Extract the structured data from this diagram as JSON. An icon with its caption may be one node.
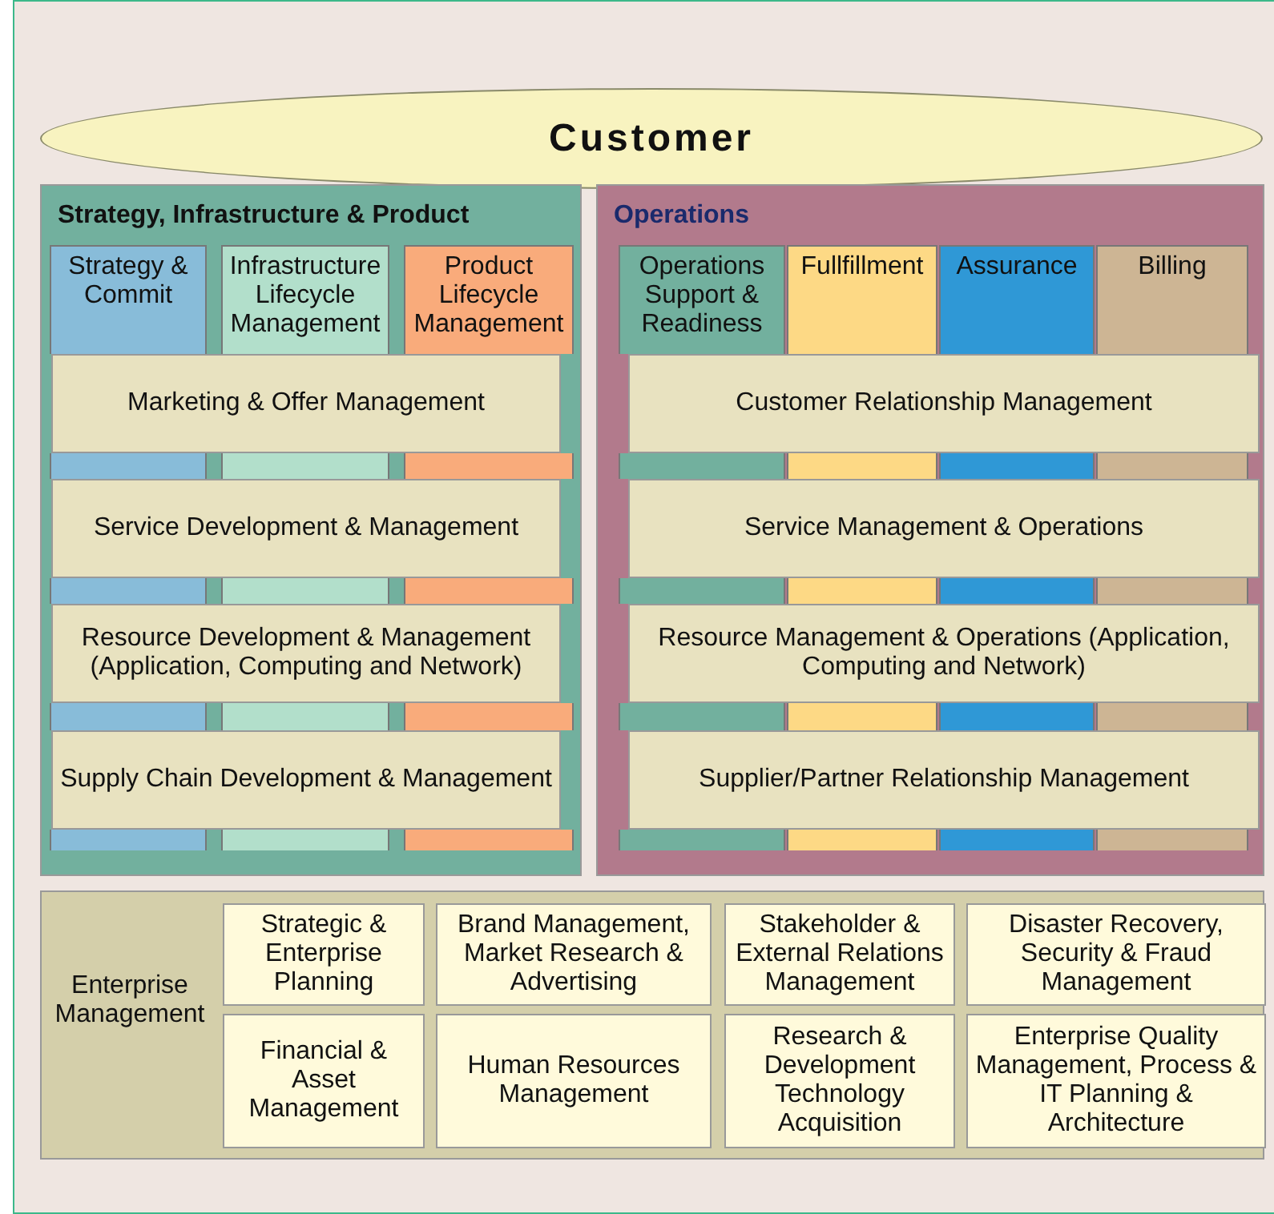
{
  "diagram": {
    "nodes": [
      {
        "text": [
          "Customer"
        ]
      },
      {
        "text": [
          "Strategy, Infrastructure & Product"
        ]
      },
      {
        "text": [
          "Strategy & Commit"
        ],
        "in": 1
      },
      {
        "text": [
          "Infrastructure Lifecycle Management"
        ],
        "in": 1
      },
      {
        "text": [
          "Product Lifecycle Management"
        ],
        "in": 1
      },
      {
        "text": [
          "Marketing & Offer Management"
        ],
        "in": 1
      },
      {
        "text": [
          "Service Development & Management"
        ],
        "in": 1
      },
      {
        "text": [
          "Resource Development & Management (Application, Computing and Network)"
        ],
        "in": 1
      },
      {
        "text": [
          "Supply Chain Development & Management"
        ],
        "in": 1
      },
      {
        "text": [
          "Operations"
        ]
      },
      {
        "text": [
          "Operations Support & Readiness"
        ],
        "in": 9
      },
      {
        "text": [
          "Fullfillment"
        ],
        "in": 9
      },
      {
        "text": [
          "Assurance"
        ],
        "in": 9
      },
      {
        "text": [
          "Billing"
        ],
        "in": 9
      },
      {
        "text": [
          "Customer Relationship Management"
        ],
        "in": 9
      },
      {
        "text": [
          "Service Management & Operations"
        ],
        "in": 9
      },
      {
        "text": [
          "Resource Management & Operations (Application, Computing and Network)"
        ],
        "in": 9
      },
      {
        "text": [
          "Supplier/Partner Relationship Management"
        ],
        "in": 9
      },
      {
        "text": [
          "Enterprise Management"
        ]
      },
      {
        "text": [
          "Strategic & Enterprise Planning"
        ],
        "in": 18
      },
      {
        "text": [
          "Brand Management, Market Research & Advertising"
        ],
        "in": 18
      },
      {
        "text": [
          "Stakeholder & External Relations Management"
        ],
        "in": 18
      },
      {
        "text": [
          "Disaster Recovery, Security & Fraud Management"
        ],
        "in": 18
      },
      {
        "text": [
          "Financial & Asset Management"
        ],
        "in": 18
      },
      {
        "text": [
          "Human Resources Management"
        ],
        "in": 18
      },
      {
        "text": [
          "Research & Development Technology Acquisition"
        ],
        "in": 18
      },
      {
        "text": [
          "Enterprise Quality Management, Process & IT Planning & Architecture"
        ],
        "in": 18
      }
    ]
  }
}
